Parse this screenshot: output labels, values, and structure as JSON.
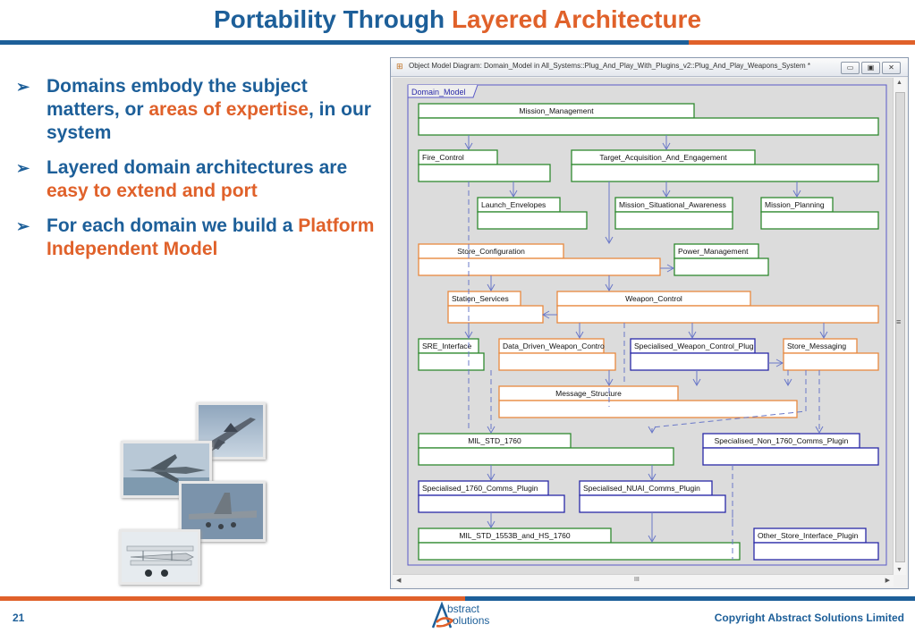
{
  "slide": {
    "title_part1": "Portability Through ",
    "title_part2": "Layered Architecture",
    "page_number": "21",
    "copyright": "Copyright Abstract Solutions Limited",
    "logo_line1": "bstract",
    "logo_line2": "olutions",
    "colors": {
      "blue": "#1d5f99",
      "orange": "#e0612a"
    }
  },
  "bullets": [
    {
      "pre": "Domains embody the subject matters, or ",
      "hl": "areas of expertise",
      "post": ", in our system"
    },
    {
      "pre": "Layered domain architectures are ",
      "hl": "easy to extend and port",
      "post": ""
    },
    {
      "pre": "For each domain we build a ",
      "hl": "Platform Independent Model",
      "post": ""
    }
  ],
  "photos": [
    {
      "name": "jet-fighter-photo"
    },
    {
      "name": "eurofighter-photo"
    },
    {
      "name": "jet-belly-photo"
    },
    {
      "name": "biplane-photo"
    }
  ],
  "window": {
    "title": "Object Model Diagram: Domain_Model in All_Systems::Plug_And_Play_With_Plugins_v2::Plug_And_Play_Weapons_System *",
    "package_tab": "Domain_Model",
    "scroll_mark": "III",
    "side_mark": "≡"
  },
  "diagram": {
    "colors": {
      "green": "#2f8a2f",
      "orange": "#e8893f",
      "blue": "#2a2aa8",
      "line": "#6a78c8"
    },
    "domains": [
      {
        "id": "mm",
        "label": "Mission_Management",
        "color": "green"
      },
      {
        "id": "fc",
        "label": "Fire_Control",
        "color": "green"
      },
      {
        "id": "taa",
        "label": "Target_Acquisition_And_Engagement",
        "color": "green"
      },
      {
        "id": "le",
        "label": "Launch_Envelopes",
        "color": "green"
      },
      {
        "id": "msa",
        "label": "Mission_Situational_Awareness",
        "color": "green"
      },
      {
        "id": "mp",
        "label": "Mission_Planning",
        "color": "green"
      },
      {
        "id": "sc",
        "label": "Store_Configuration",
        "color": "orange"
      },
      {
        "id": "pm",
        "label": "Power_Management",
        "color": "green"
      },
      {
        "id": "ss",
        "label": "Station_Services",
        "color": "orange"
      },
      {
        "id": "wc",
        "label": "Weapon_Control",
        "color": "orange"
      },
      {
        "id": "sre",
        "label": "SRE_Interface",
        "color": "green"
      },
      {
        "id": "ddw",
        "label": "Data_Driven_Weapon_Contro",
        "color": "orange"
      },
      {
        "id": "swc",
        "label": "Specialised_Weapon_Control_Plug",
        "color": "blue"
      },
      {
        "id": "smg",
        "label": "Store_Messaging",
        "color": "orange"
      },
      {
        "id": "ms",
        "label": "Message_Structure",
        "color": "orange"
      },
      {
        "id": "mil",
        "label": "MIL_STD_1760",
        "color": "green"
      },
      {
        "id": "sn",
        "label": "Specialised_Non_1760_Comms_Plugin",
        "color": "blue"
      },
      {
        "id": "s17",
        "label": "Specialised_1760_Comms_Plugin",
        "color": "blue"
      },
      {
        "id": "snu",
        "label": "Specialised_NUAI_Comms_Plugin",
        "color": "blue"
      },
      {
        "id": "m15",
        "label": "MIL_STD_1553B_and_HS_1760",
        "color": "green"
      },
      {
        "id": "osi",
        "label": "Other_Store_Interface_Plugin",
        "color": "blue"
      }
    ]
  }
}
